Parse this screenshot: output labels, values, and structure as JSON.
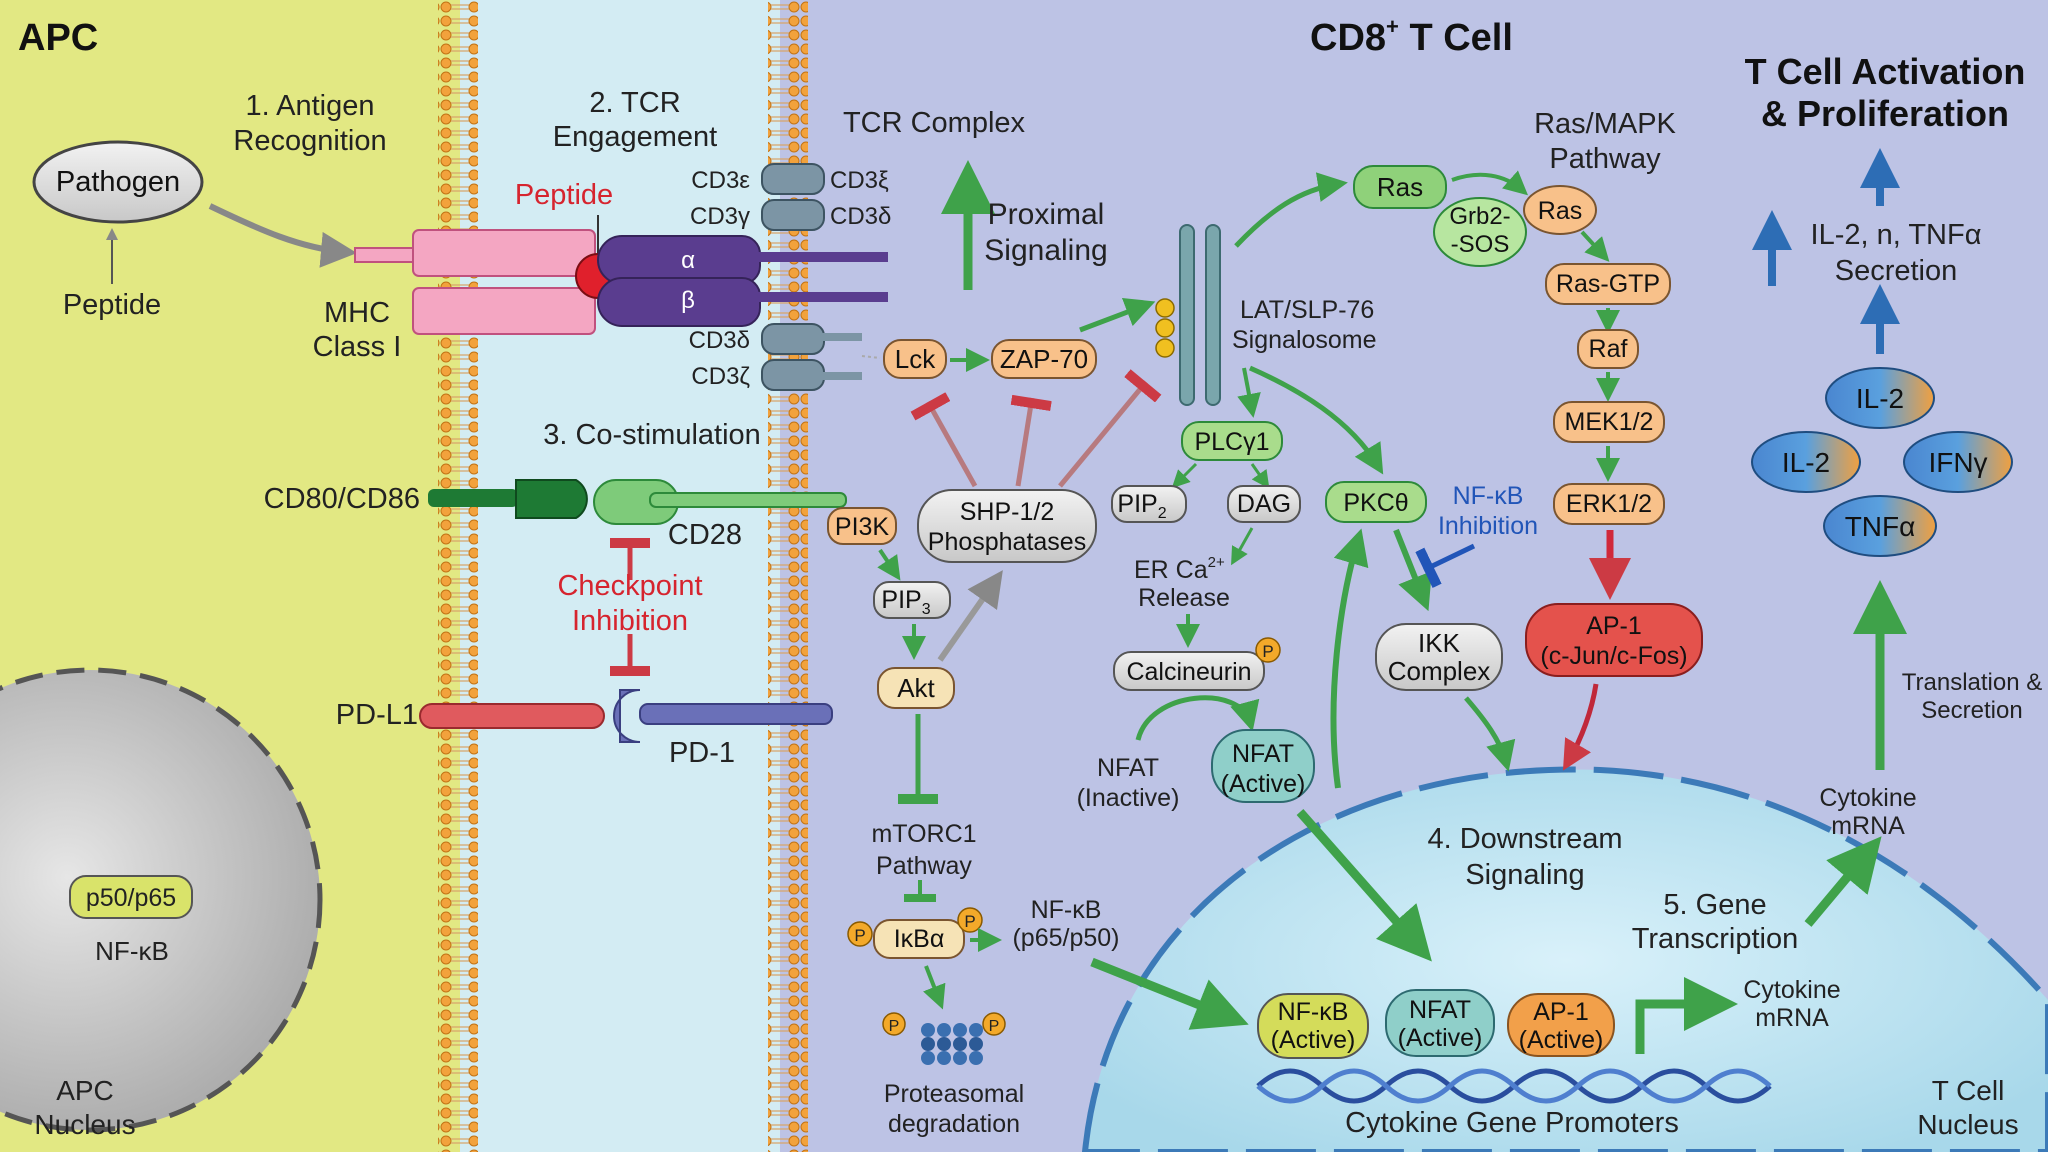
{
  "regions": {
    "apc": "APC",
    "tcell": "CD8",
    "tcell_sup": "+",
    "tcell_rest": " T Cell",
    "apc_nucleus": [
      "APC",
      "Nucleus"
    ],
    "tcell_nucleus": [
      "T Cell",
      "Nucleus"
    ]
  },
  "steps": {
    "s1": [
      "1. Antigen",
      "Recognition"
    ],
    "s2": [
      "2. TCR",
      "Engagement"
    ],
    "s3": "3. Co-stimulation",
    "s4": [
      "4. Downstream",
      "Signaling"
    ],
    "s5": [
      "5. Gene",
      "Transcription"
    ]
  },
  "apc_side": {
    "pathogen": "Pathogen",
    "peptide": "Peptide",
    "mhc": [
      "MHC",
      "Class I"
    ],
    "peptide_red": "Peptide",
    "cd80": "CD80/CD86",
    "cd28": "CD28",
    "checkpoint": [
      "Checkpoint",
      "Inhibition"
    ],
    "pdl1": "PD-L1",
    "pd1": "PD-1",
    "nfkb_box": "p50/p65",
    "nfkb": "NF-κB"
  },
  "tcr": {
    "complex": "TCR Complex",
    "alpha": "α",
    "beta": "β",
    "cd3e": "CD3ε",
    "cd3xi": "CD3ξ",
    "cd3g": "CD3γ",
    "cd3d_r": "CD3δ",
    "cd3d": "CD3δ",
    "cd3z": "CD3ζ",
    "proximal": [
      "Proximal",
      "Signaling"
    ]
  },
  "signaling": {
    "lck": "Lck",
    "zap70": "ZAP-70",
    "lat": [
      "LAT/SLP-76",
      "Signalosome"
    ],
    "shp": [
      "SHP-1/2",
      "Phosphatases"
    ],
    "pi3k": "PI3K",
    "pip3": "PIP",
    "pip3_sub": "3",
    "akt": "Akt",
    "mtorc1": [
      "mTORC1",
      "Pathway"
    ],
    "ikba": "IκBα",
    "nfkb_free": [
      "NF-κB",
      "(p65/p50)"
    ],
    "proteasome": [
      "Proteasomal",
      "degradation"
    ],
    "plcg1": "PLCγ1",
    "pip2": "PIP",
    "pip2_sub": "2",
    "dag": "DAG",
    "er_ca": "ER Ca",
    "er_sup": "2+",
    "release": "Release",
    "calcineurin": "Calcineurin",
    "nfat_inactive": [
      "NFAT",
      "(Inactive)"
    ],
    "nfat_active": [
      "NFAT",
      "(Active)"
    ],
    "pkc": "PKCθ",
    "nfkb_inhib": [
      "NF-κB",
      "Inhibition"
    ],
    "ikk": [
      "IKK",
      "Complex"
    ],
    "p": "P"
  },
  "mapk": {
    "title": [
      "Ras/MAPK",
      "Pathway"
    ],
    "ras1": "Ras",
    "grb2": [
      "Grb2-",
      "-SOS"
    ],
    "ras2": "Ras",
    "rasgtp": "Ras-GTP",
    "raf": "Raf",
    "mek": "MEK1/2",
    "erk": "ERK1/2",
    "ap1": [
      "AP-1",
      "(c-Jun/c-Fos)"
    ]
  },
  "nucleus": {
    "nfkb": [
      "NF-κB",
      "(Active)"
    ],
    "nfat": [
      "NFAT",
      "(Active)"
    ],
    "ap1": [
      "AP-1",
      "(Active)"
    ],
    "promoters": "Cytokine Gene Promoters",
    "mrna_in": [
      "Cytokine",
      "mRNA"
    ],
    "mrna_out": [
      "Cytokine",
      "mRNA"
    ]
  },
  "output": {
    "title": [
      "T Cell Activation",
      "& Proliferation"
    ],
    "secretion": [
      "IL-2, n, TNFα",
      "Secretion"
    ],
    "il2a": "IL-2",
    "il2b": "IL-2",
    "ifng": "IFNγ",
    "tnfa": "TNFα",
    "translation": [
      "Translation &",
      "Secretion"
    ]
  },
  "colors": {
    "apc_bg": "#e2e883",
    "cleft_bg": "#d3ecf3",
    "tcell_bg": "#bdc3e5",
    "activation": "#3fa24a",
    "inhibition": "#cc3a44",
    "blue_inhibition": "#2155b8",
    "output_arrow": "#2d6db5"
  }
}
